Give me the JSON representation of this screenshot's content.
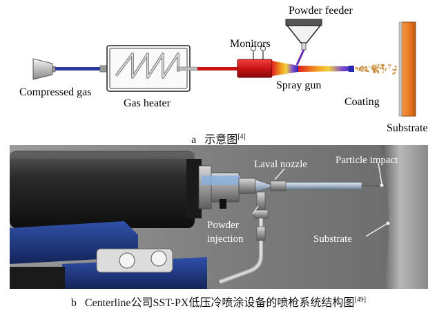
{
  "panel_a": {
    "labels": {
      "compressed_gas": "Compressed gas",
      "gas_heater": "Gas heater",
      "monitors": "Monitors",
      "powder_feeder": "Powder feeder",
      "spray_gun": "Spray gun",
      "coating": "Coating",
      "substrate": "Substrate"
    },
    "caption": {
      "letter": "a",
      "text": "示意图",
      "ref": "[4]"
    },
    "colors": {
      "gas_line": "#2a3a9a",
      "gun_red": "#d01818",
      "substrate": "#e8761e",
      "powder_line": "#6a2ab0"
    }
  },
  "panel_b": {
    "labels": {
      "laval_nozzle": "Laval nozzle",
      "particle_impact": "Particle impact",
      "powder_injection_1": "Powder",
      "powder_injection_2": "injection",
      "substrate": "Substrate"
    },
    "caption": {
      "letter": "b",
      "text": "Centerline公司SST-PX低压冷喷涂设备的喷枪系统结构图",
      "ref": "[49]"
    }
  }
}
